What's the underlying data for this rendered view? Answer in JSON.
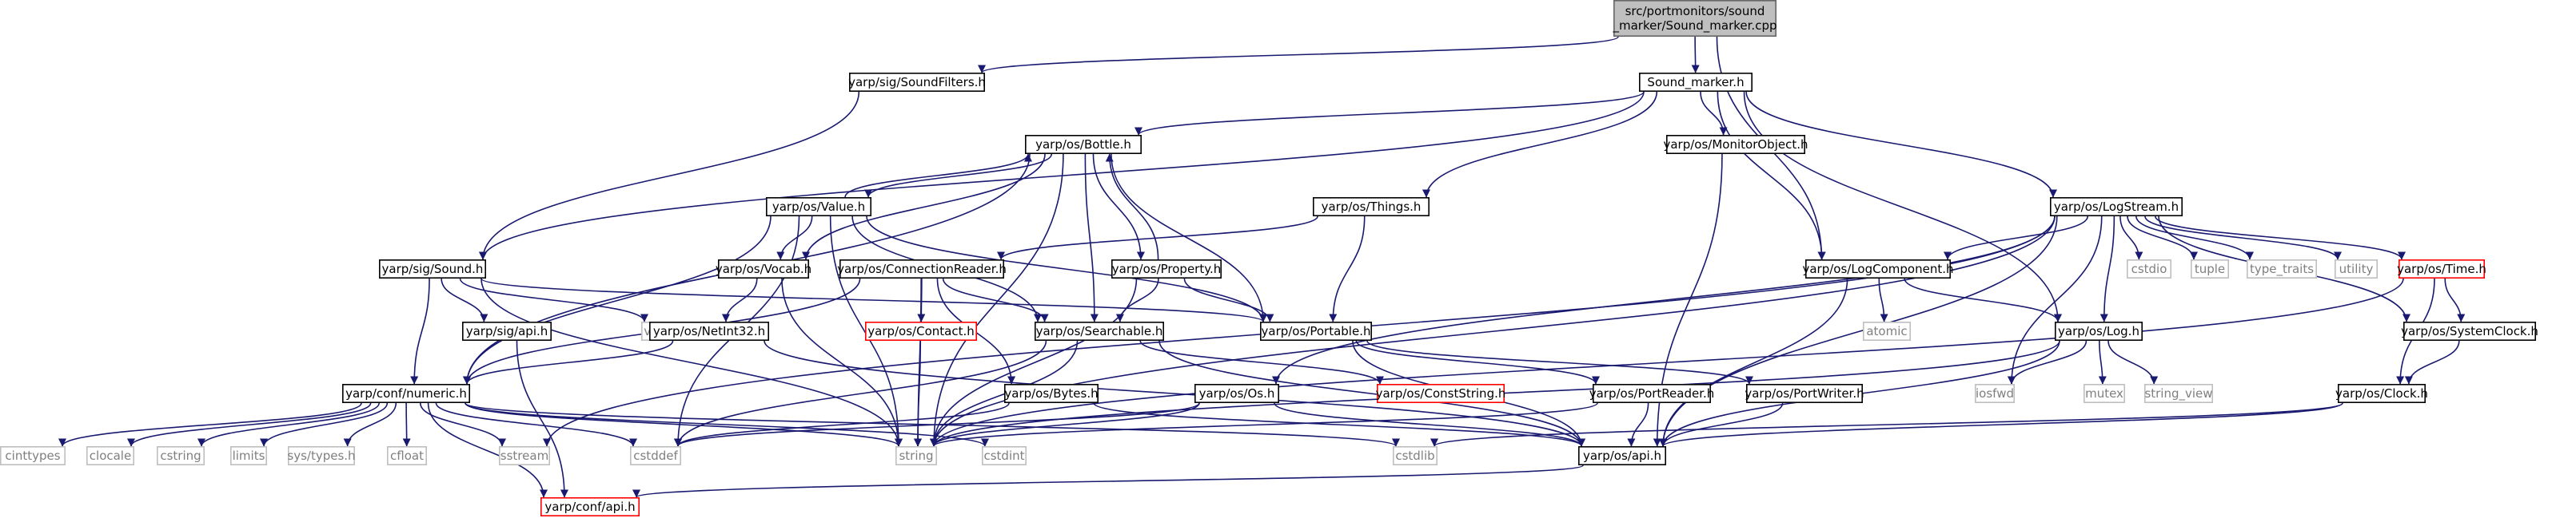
{
  "colors": {
    "edge": "#191970",
    "root_fill": "#bfbfbf",
    "node_fill": "#ffffff",
    "node_border": "#000000",
    "missing_border": "#bfbfbf",
    "missing_text": "#7f7f7f",
    "trunc_border": "#ff0000"
  },
  "nodes": [
    {
      "id": "root",
      "kind": "root",
      "lines": [
        "src/portmonitors/sound",
        "_marker/Sound_marker.cpp"
      ]
    },
    {
      "id": "soundfilters",
      "kind": "normal",
      "lines": [
        "yarp/sig/SoundFilters.h"
      ]
    },
    {
      "id": "soundmarker",
      "kind": "normal",
      "lines": [
        "Sound_marker.h"
      ]
    },
    {
      "id": "bottle",
      "kind": "normal",
      "lines": [
        "yarp/os/Bottle.h"
      ]
    },
    {
      "id": "monitorobject",
      "kind": "normal",
      "lines": [
        "yarp/os/MonitorObject.h"
      ]
    },
    {
      "id": "things",
      "kind": "normal",
      "lines": [
        "yarp/os/Things.h"
      ]
    },
    {
      "id": "logstream",
      "kind": "normal",
      "lines": [
        "yarp/os/LogStream.h"
      ]
    },
    {
      "id": "value",
      "kind": "normal",
      "lines": [
        "yarp/os/Value.h"
      ]
    },
    {
      "id": "sound",
      "kind": "normal",
      "lines": [
        "yarp/sig/Sound.h"
      ]
    },
    {
      "id": "vocab",
      "kind": "normal",
      "lines": [
        "yarp/os/Vocab.h"
      ]
    },
    {
      "id": "connreader",
      "kind": "normal",
      "lines": [
        "yarp/os/ConnectionReader.h"
      ]
    },
    {
      "id": "property",
      "kind": "normal",
      "lines": [
        "yarp/os/Property.h"
      ]
    },
    {
      "id": "logcomponent",
      "kind": "normal",
      "lines": [
        "yarp/os/LogComponent.h"
      ]
    },
    {
      "id": "cstdio",
      "kind": "missing",
      "lines": [
        "cstdio"
      ]
    },
    {
      "id": "tuple",
      "kind": "missing",
      "lines": [
        "tuple"
      ]
    },
    {
      "id": "typetraits",
      "kind": "missing",
      "lines": [
        "type_traits"
      ]
    },
    {
      "id": "utility",
      "kind": "missing",
      "lines": [
        "utility"
      ]
    },
    {
      "id": "time",
      "kind": "trunc",
      "lines": [
        "yarp/os/Time.h"
      ]
    },
    {
      "id": "vector",
      "kind": "missing",
      "lines": [
        "vector"
      ]
    },
    {
      "id": "sigapi",
      "kind": "normal",
      "lines": [
        "yarp/sig/api.h"
      ]
    },
    {
      "id": "netint32",
      "kind": "normal",
      "lines": [
        "yarp/os/NetInt32.h"
      ]
    },
    {
      "id": "contact",
      "kind": "trunc",
      "lines": [
        "yarp/os/Contact.h"
      ]
    },
    {
      "id": "searchable",
      "kind": "normal",
      "lines": [
        "yarp/os/Searchable.h"
      ]
    },
    {
      "id": "portable",
      "kind": "normal",
      "lines": [
        "yarp/os/Portable.h"
      ]
    },
    {
      "id": "atomic",
      "kind": "missing",
      "lines": [
        "atomic"
      ]
    },
    {
      "id": "log",
      "kind": "normal",
      "lines": [
        "yarp/os/Log.h"
      ]
    },
    {
      "id": "systemclock",
      "kind": "normal",
      "lines": [
        "yarp/os/SystemClock.h"
      ]
    },
    {
      "id": "numeric",
      "kind": "normal",
      "lines": [
        "yarp/conf/numeric.h"
      ]
    },
    {
      "id": "bytes",
      "kind": "normal",
      "lines": [
        "yarp/os/Bytes.h"
      ]
    },
    {
      "id": "os",
      "kind": "normal",
      "lines": [
        "yarp/os/Os.h"
      ]
    },
    {
      "id": "conststring",
      "kind": "trunc",
      "lines": [
        "yarp/os/ConstString.h"
      ]
    },
    {
      "id": "portreader",
      "kind": "normal",
      "lines": [
        "yarp/os/PortReader.h"
      ]
    },
    {
      "id": "portwriter",
      "kind": "normal",
      "lines": [
        "yarp/os/PortWriter.h"
      ]
    },
    {
      "id": "iosfwd",
      "kind": "missing",
      "lines": [
        "iosfwd"
      ]
    },
    {
      "id": "mutex",
      "kind": "missing",
      "lines": [
        "mutex"
      ]
    },
    {
      "id": "stringview",
      "kind": "missing",
      "lines": [
        "string_view"
      ]
    },
    {
      "id": "clock",
      "kind": "normal",
      "lines": [
        "yarp/os/Clock.h"
      ]
    },
    {
      "id": "cinttypes",
      "kind": "missing",
      "lines": [
        "cinttypes"
      ]
    },
    {
      "id": "clocale",
      "kind": "missing",
      "lines": [
        "clocale"
      ]
    },
    {
      "id": "cstring",
      "kind": "missing",
      "lines": [
        "cstring"
      ]
    },
    {
      "id": "limits",
      "kind": "missing",
      "lines": [
        "limits"
      ]
    },
    {
      "id": "systypes",
      "kind": "missing",
      "lines": [
        "sys/types.h"
      ]
    },
    {
      "id": "cfloat",
      "kind": "missing",
      "lines": [
        "cfloat"
      ]
    },
    {
      "id": "sstream",
      "kind": "missing",
      "lines": [
        "sstream"
      ]
    },
    {
      "id": "cstddef",
      "kind": "missing",
      "lines": [
        "cstddef"
      ]
    },
    {
      "id": "string",
      "kind": "missing",
      "lines": [
        "string"
      ]
    },
    {
      "id": "cstdint",
      "kind": "missing",
      "lines": [
        "cstdint"
      ]
    },
    {
      "id": "cstdlib",
      "kind": "missing",
      "lines": [
        "cstdlib"
      ]
    },
    {
      "id": "osapi",
      "kind": "normal",
      "lines": [
        "yarp/os/api.h"
      ]
    },
    {
      "id": "confapi",
      "kind": "trunc",
      "lines": [
        "yarp/conf/api.h"
      ]
    }
  ],
  "edges": [
    [
      "root",
      "soundfilters"
    ],
    [
      "root",
      "soundmarker"
    ],
    [
      "root",
      "logcomponent"
    ],
    [
      "soundfilters",
      "sound"
    ],
    [
      "soundmarker",
      "bottle"
    ],
    [
      "soundmarker",
      "monitorobject"
    ],
    [
      "soundmarker",
      "things"
    ],
    [
      "soundmarker",
      "logstream"
    ],
    [
      "soundmarker",
      "sound"
    ],
    [
      "soundmarker",
      "logcomponent"
    ],
    [
      "soundmarker",
      "log"
    ],
    [
      "bottle",
      "value"
    ],
    [
      "bottle",
      "property"
    ],
    [
      "bottle",
      "searchable"
    ],
    [
      "bottle",
      "portable"
    ],
    [
      "bottle",
      "vocab"
    ],
    [
      "bottle",
      "numeric"
    ],
    [
      "bottle",
      "string"
    ],
    [
      "value",
      "bottle"
    ],
    [
      "value",
      "vocab"
    ],
    [
      "value",
      "searchable"
    ],
    [
      "value",
      "portable"
    ],
    [
      "value",
      "numeric"
    ],
    [
      "value",
      "cstddef"
    ],
    [
      "value",
      "string"
    ],
    [
      "property",
      "bottle"
    ],
    [
      "property",
      "searchable"
    ],
    [
      "property",
      "portable"
    ],
    [
      "property",
      "string"
    ],
    [
      "monitorobject",
      "osapi"
    ],
    [
      "things",
      "connreader"
    ],
    [
      "things",
      "portable"
    ],
    [
      "sound",
      "sigapi"
    ],
    [
      "sound",
      "vector"
    ],
    [
      "sound",
      "portable"
    ],
    [
      "sound",
      "numeric"
    ],
    [
      "sound",
      "string"
    ],
    [
      "vocab",
      "netint32"
    ],
    [
      "vocab",
      "string"
    ],
    [
      "connreader",
      "contact"
    ],
    [
      "connreader",
      "searchable"
    ],
    [
      "connreader",
      "bytes"
    ],
    [
      "connreader",
      "numeric"
    ],
    [
      "connreader",
      "string"
    ],
    [
      "searchable",
      "conststring"
    ],
    [
      "searchable",
      "osapi"
    ],
    [
      "searchable",
      "cstddef"
    ],
    [
      "searchable",
      "string"
    ],
    [
      "portable",
      "portreader"
    ],
    [
      "portable",
      "portwriter"
    ],
    [
      "portable",
      "osapi"
    ],
    [
      "logstream",
      "logcomponent"
    ],
    [
      "logstream",
      "log"
    ],
    [
      "logstream",
      "os"
    ],
    [
      "logstream",
      "cstdio"
    ],
    [
      "logstream",
      "tuple"
    ],
    [
      "logstream",
      "typetraits"
    ],
    [
      "logstream",
      "utility"
    ],
    [
      "logstream",
      "time"
    ],
    [
      "logstream",
      "systemclock"
    ],
    [
      "logstream",
      "iosfwd"
    ],
    [
      "logstream",
      "sstream"
    ],
    [
      "logstream",
      "string"
    ],
    [
      "logstream",
      "osapi"
    ],
    [
      "logcomponent",
      "atomic"
    ],
    [
      "logcomponent",
      "log"
    ],
    [
      "logcomponent",
      "osapi"
    ],
    [
      "log",
      "iosfwd"
    ],
    [
      "log",
      "mutex"
    ],
    [
      "log",
      "stringview"
    ],
    [
      "log",
      "string"
    ],
    [
      "log",
      "osapi"
    ],
    [
      "time",
      "clock"
    ],
    [
      "time",
      "systemclock"
    ],
    [
      "time",
      "string"
    ],
    [
      "systemclock",
      "clock"
    ],
    [
      "clock",
      "osapi"
    ],
    [
      "clock",
      "cstdlib"
    ],
    [
      "sigapi",
      "confapi"
    ],
    [
      "netint32",
      "numeric"
    ],
    [
      "netint32",
      "osapi"
    ],
    [
      "contact",
      "string"
    ],
    [
      "bytes",
      "cstddef"
    ],
    [
      "bytes",
      "osapi"
    ],
    [
      "os",
      "cstddef"
    ],
    [
      "os",
      "string"
    ],
    [
      "os",
      "osapi"
    ],
    [
      "portreader",
      "osapi"
    ],
    [
      "portreader",
      "string"
    ],
    [
      "portwriter",
      "osapi"
    ],
    [
      "numeric",
      "cinttypes"
    ],
    [
      "numeric",
      "clocale"
    ],
    [
      "numeric",
      "cstring"
    ],
    [
      "numeric",
      "limits"
    ],
    [
      "numeric",
      "systypes"
    ],
    [
      "numeric",
      "cfloat"
    ],
    [
      "numeric",
      "sstream"
    ],
    [
      "numeric",
      "cstddef"
    ],
    [
      "numeric",
      "string"
    ],
    [
      "numeric",
      "cstdint"
    ],
    [
      "numeric",
      "cstdlib"
    ],
    [
      "numeric",
      "confapi"
    ],
    [
      "osapi",
      "confapi"
    ]
  ]
}
